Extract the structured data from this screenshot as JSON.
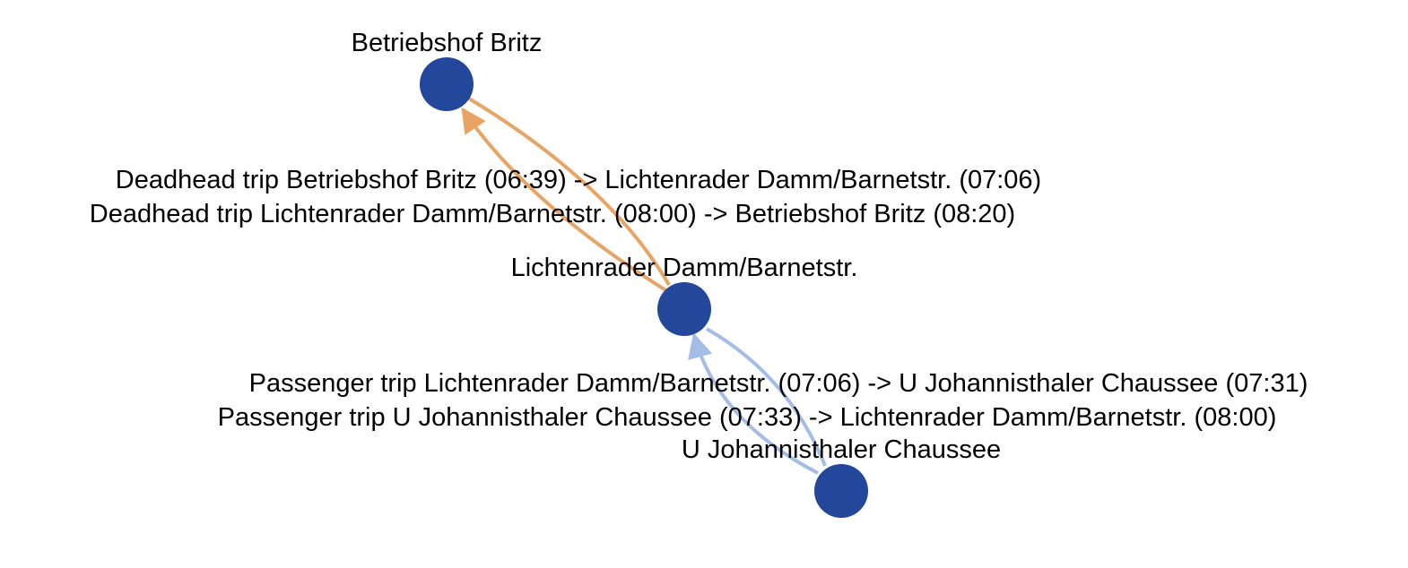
{
  "colors": {
    "node_fill": "#23479a",
    "deadhead_edge": "#e8a465",
    "passenger_edge": "#a3bde6",
    "text": "#000000",
    "background": "#ffffff"
  },
  "nodes": [
    {
      "id": "betriebshof_britz",
      "label": "Betriebshof Britz"
    },
    {
      "id": "lichtenrader_damm",
      "label": "Lichtenrader Damm/Barnetstr."
    },
    {
      "id": "u_johannisthaler",
      "label": "U Johannisthaler Chaussee"
    }
  ],
  "edges": [
    {
      "id": "deadhead_out",
      "kind": "deadhead",
      "from": "betriebshof_britz",
      "to": "lichtenrader_damm",
      "label": "Deadhead trip Betriebshof Britz (06:39) -> Lichtenrader Damm/Barnetstr. (07:06)"
    },
    {
      "id": "deadhead_back",
      "kind": "deadhead",
      "from": "lichtenrader_damm",
      "to": "betriebshof_britz",
      "label": "Deadhead trip Lichtenrader Damm/Barnetstr. (08:00) -> Betriebshof Britz (08:20)"
    },
    {
      "id": "passenger_out",
      "kind": "passenger",
      "from": "lichtenrader_damm",
      "to": "u_johannisthaler",
      "label": "Passenger trip Lichtenrader Damm/Barnetstr. (07:06) -> U Johannisthaler Chaussee (07:31)"
    },
    {
      "id": "passenger_back",
      "kind": "passenger",
      "from": "u_johannisthaler",
      "to": "lichtenrader_damm",
      "label": "Passenger trip U Johannisthaler Chaussee (07:33) -> Lichtenrader Damm/Barnetstr. (08:00)"
    }
  ]
}
